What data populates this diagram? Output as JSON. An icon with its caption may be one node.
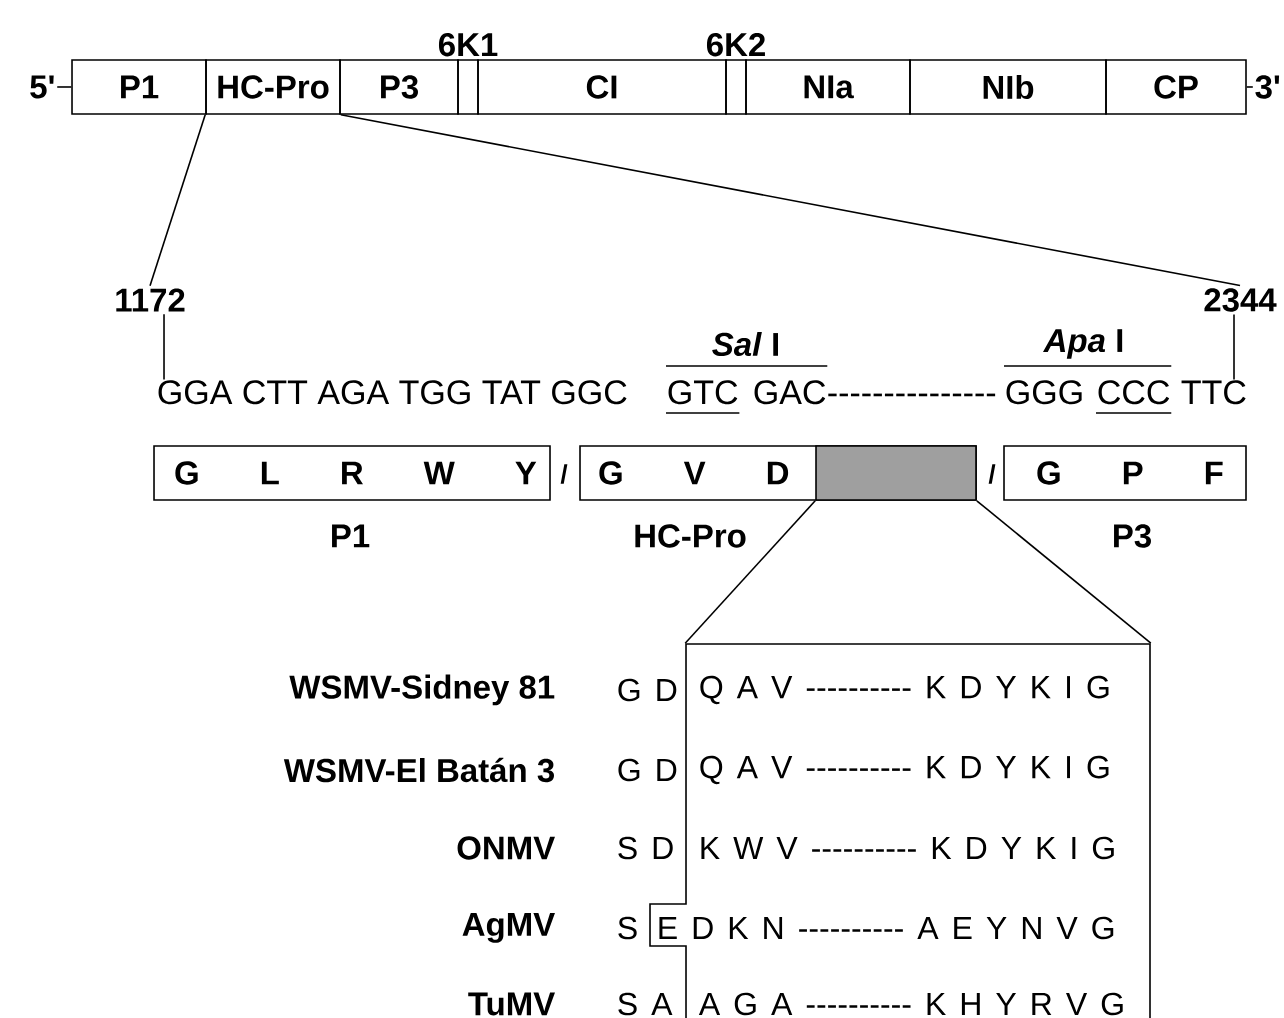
{
  "diagram": {
    "nodes": [
      {
        "text": [
          "P1"
        ],
        "beside": [
          "5'"
        ]
      },
      {
        "text": [
          "HC-Pro"
        ]
      },
      {
        "text": [
          "P3"
        ]
      },
      {
        "text": [
          "6K1"
        ]
      },
      {
        "text": [
          "CI"
        ]
      },
      {
        "text": [
          "6K2"
        ]
      },
      {
        "text": [
          "NIa"
        ]
      },
      {
        "text": [
          "NIb"
        ]
      },
      {
        "text": [
          "CP"
        ],
        "beside": [
          "3'"
        ]
      },
      {
        "text": [
          "1172"
        ]
      },
      {
        "text": [
          "2344"
        ]
      },
      {
        "text": [
          "G L R W Y"
        ],
        "beside": [
          "P1"
        ]
      },
      {
        "text": [
          "G V D"
        ],
        "beside": [
          "HC-Pro"
        ]
      },
      {
        "text": [],
        "shape": "box",
        "in": 12
      },
      {
        "text": [
          "G P F"
        ],
        "beside": [
          "P3"
        ]
      },
      {
        "text": [],
        "shape": "box"
      },
      {
        "text": [
          "GGA CTT AGA TGG TAT GGC"
        ]
      },
      {
        "text": [
          "TTC"
        ]
      }
    ],
    "edges": [
      {
        "from": 1,
        "to": 9,
        "arrow": "none"
      },
      {
        "from": 1,
        "to": 10,
        "arrow": "none"
      },
      {
        "from": 13,
        "to": 15,
        "arrow": "none"
      },
      {
        "from": 13,
        "to": 15,
        "arrow": "none"
      },
      {
        "from": 9,
        "to": 16,
        "arrow": "none"
      },
      {
        "from": 10,
        "to": 17,
        "arrow": "none"
      }
    ],
    "labels": [
      "*Sal* I",
      "*Apa* I",
      "GTC",
      "GAC",
      "---------------",
      "GGG",
      "CCC",
      "/",
      "/",
      "WSMV-Sidney 81",
      "G D",
      "Q A V ---------- K D Y K I G",
      "WSMV-El Batán 3",
      "G D",
      "Q A V ---------- K D Y K I G",
      "ONMV",
      "S D",
      "K W V ---------- K D Y K I G",
      "AgMV",
      "S",
      "E D K N ---------- A E Y N V G",
      "TuMV",
      "S A",
      "A G A ---------- K H Y R V G"
    ]
  }
}
